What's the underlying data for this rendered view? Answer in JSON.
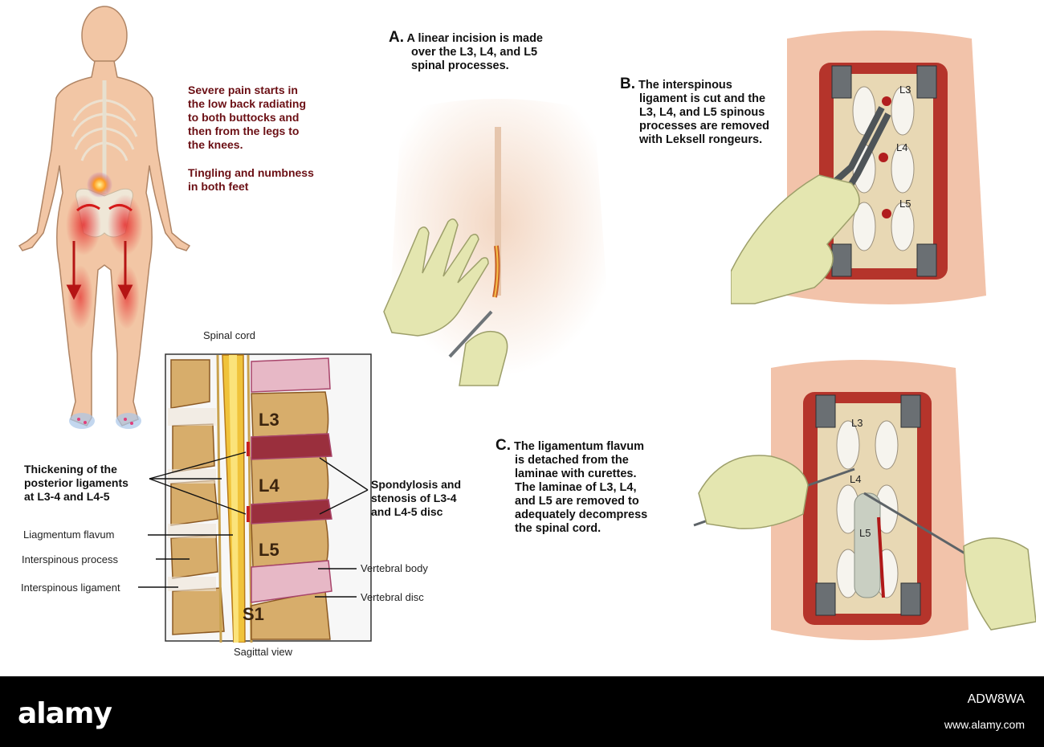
{
  "symptoms": {
    "pain": [
      "Severe pain starts in",
      "the low back radiating",
      "to both buttocks and",
      "then from the legs to",
      "the knees."
    ],
    "tingling": [
      "Tingling and numbness",
      "in both feet"
    ]
  },
  "steps": {
    "a": {
      "letter": "A.",
      "lines": [
        "A linear incision is made",
        "over the L3, L4, and L5",
        "spinal processes."
      ]
    },
    "b": {
      "letter": "B.",
      "lines": [
        "The interspinous",
        "ligament is cut and the",
        "L3, L4, and L5 spinous",
        "processes  are removed",
        "with Leksell rongeurs."
      ]
    },
    "c": {
      "letter": "C.",
      "lines": [
        "The ligamentum flavum",
        "is detached from the",
        "laminae with curettes.",
        "The laminae of L3, L4,",
        "and L5 are removed to",
        "adequately decompress",
        "the spinal cord."
      ]
    }
  },
  "sagittal": {
    "title": "Spinal cord",
    "caption": "Sagittal view",
    "vertebrae": [
      "L3",
      "L4",
      "L5",
      "S1"
    ],
    "left_bold": [
      "Thickening of the",
      "posterior ligaments",
      "at L3-4 and L4-5"
    ],
    "left_labels": [
      "Liagmentum flavum",
      "Interspinous process",
      "Interspinous ligament"
    ],
    "right_bold": [
      "Spondylosis and",
      "stenosis of L3-4",
      "and L4-5 disc"
    ],
    "right_labels": [
      "Vertebral body",
      "Vertebral disc"
    ]
  },
  "surgical_views": {
    "b_labels": [
      "L3",
      "L4",
      "L5"
    ],
    "c_labels": [
      "L3",
      "L4",
      "L5"
    ]
  },
  "footer": {
    "logo": "alamy",
    "code": "ADW8WA",
    "url": "www.alamy.com"
  },
  "colors": {
    "skin": "#f2c6a5",
    "bone": "#f1ddb5",
    "bone_dark": "#c08a4b",
    "disc": "#e7b8c6",
    "pain": "#e53030",
    "tissue": "#b5342b",
    "glove": "#e4e6b0"
  }
}
